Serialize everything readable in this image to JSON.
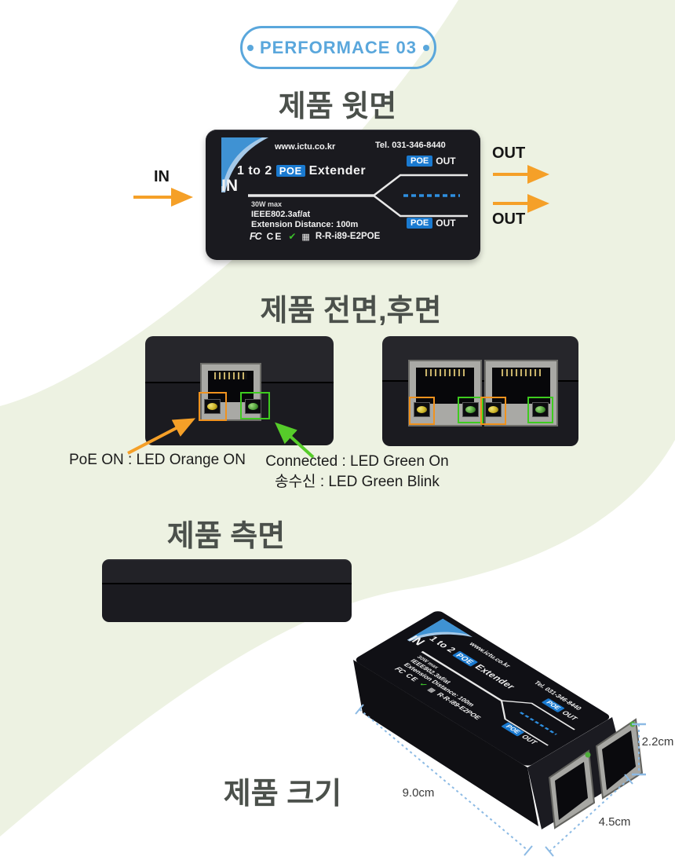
{
  "badge": {
    "label": "PERFORMACE 03"
  },
  "headings": {
    "top_view": "제품 윗면",
    "front_back_view": "제품 전면,후면",
    "side_view": "제품 측면",
    "size_view": "제품 크기"
  },
  "flow": {
    "in_label": "IN",
    "out_label_top": "OUT",
    "out_label_bottom": "OUT"
  },
  "device_label": {
    "website": "www.ictu.co.kr",
    "tel": "Tel. 031-346-8440",
    "title_prefix": "1 to 2",
    "poe_chip": "POE",
    "title_suffix": "Extender",
    "in_port": "IN",
    "out_text": "OUT",
    "power": "30W max",
    "standard": "IEEE802.3af/at",
    "distance": "Extension Distance: 100m",
    "fcc_mark": "FC",
    "ce_mark": "CE",
    "check_icon": "✔",
    "kc_icon": "▦",
    "cert_id": "R-R-i89-E2POE"
  },
  "annotations": {
    "poe_led": "PoE ON : LED Orange ON",
    "connected_led": "Connected : LED Green On",
    "txrx_led": "송수신 : LED Green Blink"
  },
  "dimensions": {
    "height": "2.2cm",
    "length": "9.0cm",
    "width": "4.5cm"
  },
  "colors": {
    "band_green": "#edf2e2",
    "accent_blue": "#5aa7dc",
    "poe_blue": "#1a7ad0",
    "arrow_orange": "#f5a028",
    "arrow_green": "#56cc2a",
    "led_orange_box": "#f0921e",
    "led_green_box": "#3ecb1f",
    "dimension_blue": "#8cbae4"
  }
}
